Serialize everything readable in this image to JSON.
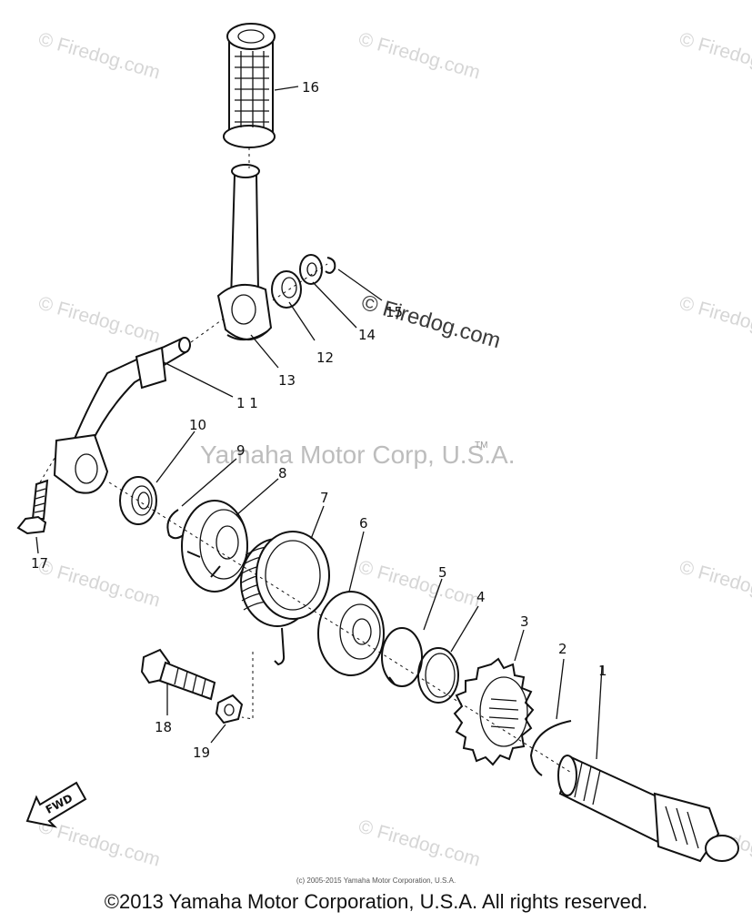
{
  "watermark_text": "© Firedog.com",
  "brand_text": "Yamaha Motor Corp, U.S.A.",
  "brand_tm": "TM",
  "fwd_label": "FWD",
  "small_copyright": "(c) 2005-2015 Yamaha Motor Corporation, U.S.A.",
  "footer_copyright": "©2013 Yamaha Motor Corporation, U.S.A. All rights reserved.",
  "callouts": {
    "p1": "1",
    "p2": "2",
    "p3": "3",
    "p4": "4",
    "p5": "5",
    "p6": "6",
    "p7": "7",
    "p8": "8",
    "p9": "9",
    "p10": "10",
    "p11": "1 1",
    "p12": "12",
    "p13": "13",
    "p14": "14",
    "p15": "15",
    "p16": "16",
    "p17": "17",
    "p18": "18",
    "p19": "19"
  }
}
